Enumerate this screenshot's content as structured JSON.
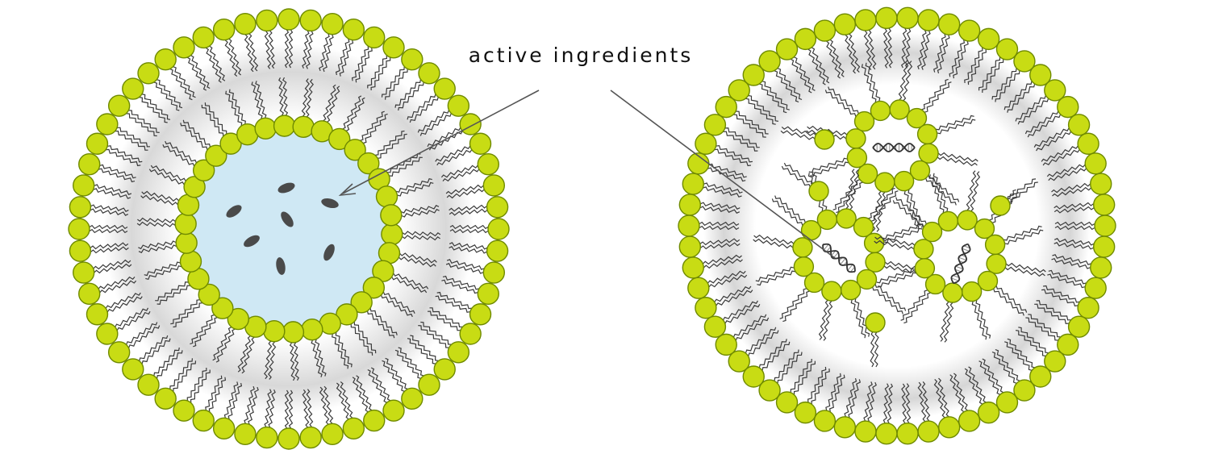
{
  "diagram": {
    "label": "active ingredients",
    "colors": {
      "head_fill": "#c8dc14",
      "head_stroke": "#6f8a00",
      "tail": "#3a3a3a",
      "aqueous_core": "#cfe8f4",
      "cargo": "#4a4a4a",
      "membrane_shade": "#d8d8d8",
      "arrow": "#555555"
    },
    "structures": [
      {
        "kind": "liposome",
        "cargo": "dissolved particles in aqueous core"
      },
      {
        "kind": "lipid nanoparticle",
        "cargo": "DNA within inverted micelles"
      }
    ]
  }
}
